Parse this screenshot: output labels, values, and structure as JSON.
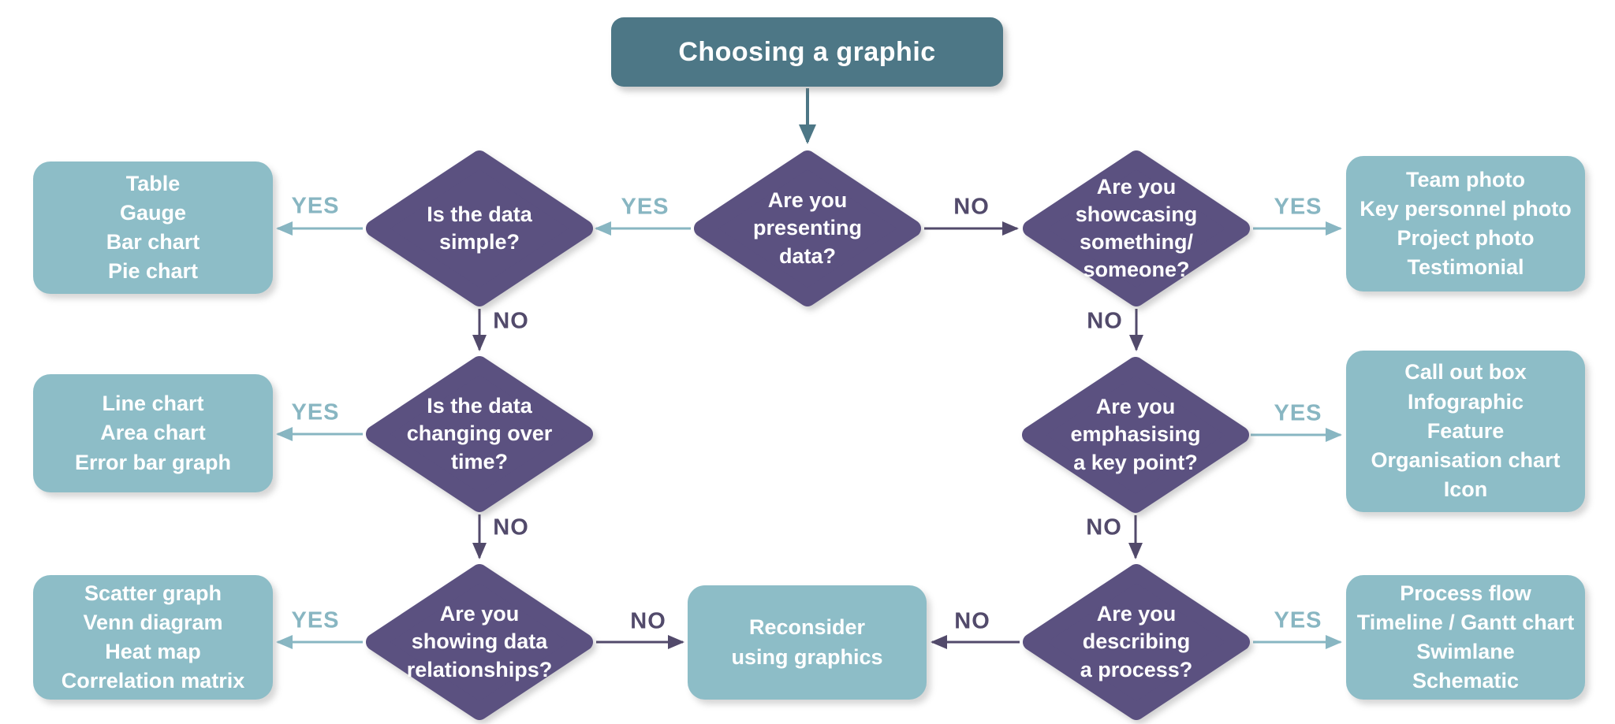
{
  "title": "Choosing a graphic",
  "labels": {
    "yes": "YES",
    "no": "NO"
  },
  "colors": {
    "title_bg": "#4d7786",
    "decision_bg": "#5b5180",
    "result_bg": "#8dbdc7",
    "yes": "#88b6c2",
    "no": "#524a6b",
    "node_text": "#ffffff"
  },
  "nodes": {
    "presenting_data": {
      "type": "decision",
      "text": "Are you\npresenting\ndata?"
    },
    "data_simple": {
      "type": "decision",
      "text": "Is the data\nsimple?"
    },
    "data_changing": {
      "type": "decision",
      "text": "Is the data\nchanging over\ntime?"
    },
    "data_relationships": {
      "type": "decision",
      "text": "Are you\nshowing data\nrelationships?"
    },
    "showcasing": {
      "type": "decision",
      "text": "Are you\nshowcasing\nsomething/\nsomeone?"
    },
    "emphasising": {
      "type": "decision",
      "text": "Are you\nemphasising\na key point?"
    },
    "describing_process": {
      "type": "decision",
      "text": "Are you\ndescribing\na process?"
    },
    "simple_results": {
      "type": "result",
      "text": "Table\nGauge\nBar chart\nPie chart"
    },
    "time_results": {
      "type": "result",
      "text": "Line chart\nArea chart\nError bar graph"
    },
    "relationship_results": {
      "type": "result",
      "text": "Scatter graph\nVenn diagram\nHeat map\nCorrelation matrix"
    },
    "showcase_results": {
      "type": "result",
      "text": "Team photo\nKey personnel photo\nProject photo\nTestimonial"
    },
    "emphasis_results": {
      "type": "result",
      "text": "Call out box\nInfographic\nFeature\nOrganisation chart\nIcon"
    },
    "process_results": {
      "type": "result",
      "text": "Process flow\nTimeline / Gantt chart\nSwimlane\nSchematic"
    },
    "reconsider": {
      "type": "result",
      "text": "Reconsider\nusing graphics"
    }
  }
}
